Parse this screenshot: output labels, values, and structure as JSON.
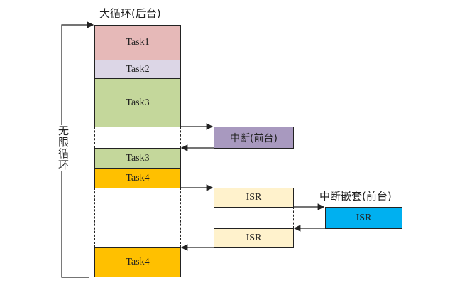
{
  "title": "大循环(后台)",
  "loop_label": "无限循环",
  "nested_label": "中断嵌套(前台)",
  "blocks": {
    "task1": "Task1",
    "task2": "Task2",
    "task3a": "Task3",
    "task3b": "Task3",
    "task4a": "Task4",
    "task4b": "Task4",
    "interrupt": "中断(前台)",
    "isr1": "ISR",
    "isr_nested": "ISR",
    "isr2": "ISR"
  },
  "colors": {
    "task1": "#e6b9b8",
    "task2": "#dcd6e6",
    "task3": "#c4d79b",
    "task4": "#ffc000",
    "interrupt": "#a899bf",
    "isr": "#fff2cc",
    "isr_nested": "#00b0f0"
  }
}
